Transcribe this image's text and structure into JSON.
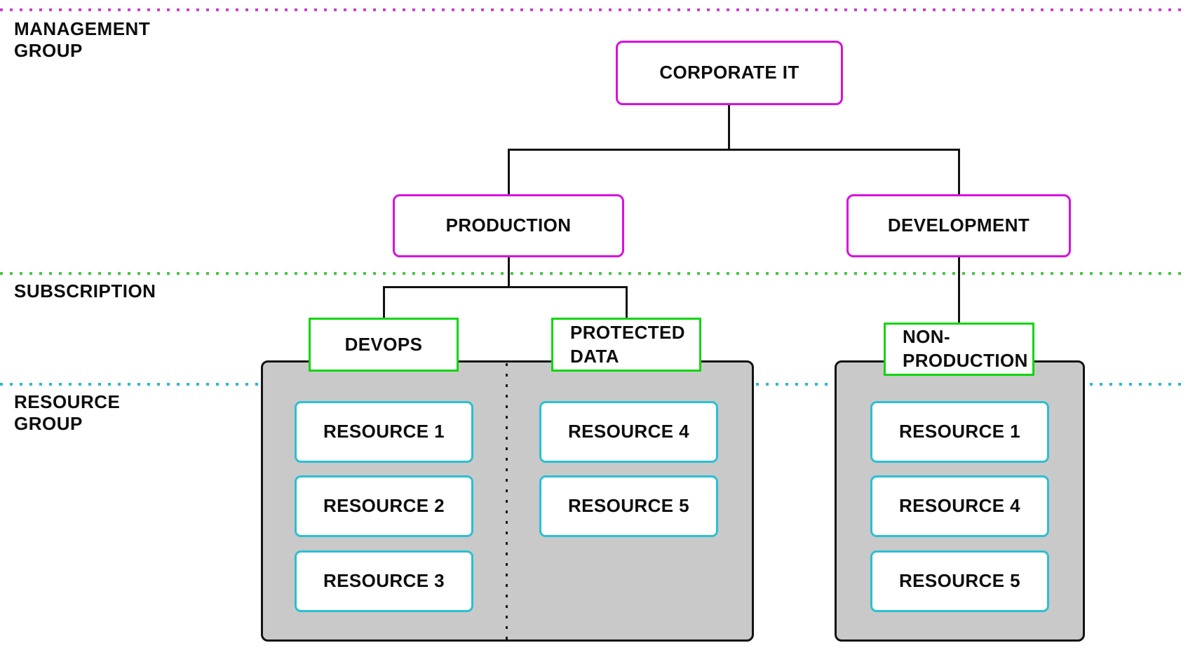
{
  "colors": {
    "magenta_border": "#D90FDF",
    "magenta_dot": "#CE3FCE",
    "green_border": "#0FD60F",
    "green_dot": "#43CB43",
    "cyan_border": "#29C0D4",
    "cyan_dot": "#30B9CD",
    "gray_fill": "#C9C9C9",
    "container_border": "#131313",
    "connector": "#121212",
    "text": "#0D0D0D"
  },
  "bands": {
    "management_group": {
      "label": "MANAGEMENT GROUP"
    },
    "subscription": {
      "label": "SUBSCRIPTION"
    },
    "resource_group": {
      "label": "RESOURCE GROUP"
    }
  },
  "management_boxes": {
    "corporate_it": {
      "label": "CORPORATE IT"
    },
    "production": {
      "label": "PRODUCTION"
    },
    "development": {
      "label": "DEVELOPMENT"
    }
  },
  "subscription_boxes": {
    "devops": {
      "label": "DEVOPS"
    },
    "protected_data": {
      "label": "PROTECTED DATA"
    },
    "non_production": {
      "label": "NON-PRODUCTION"
    }
  },
  "resource_groups": {
    "production": {
      "devops_column": [
        "RESOURCE 1",
        "RESOURCE 2",
        "RESOURCE 3"
      ],
      "protected_data_column": [
        "RESOURCE 4",
        "RESOURCE 5"
      ]
    },
    "non_production": {
      "resources": [
        "RESOURCE 1",
        "RESOURCE 4",
        "RESOURCE 5"
      ]
    }
  }
}
